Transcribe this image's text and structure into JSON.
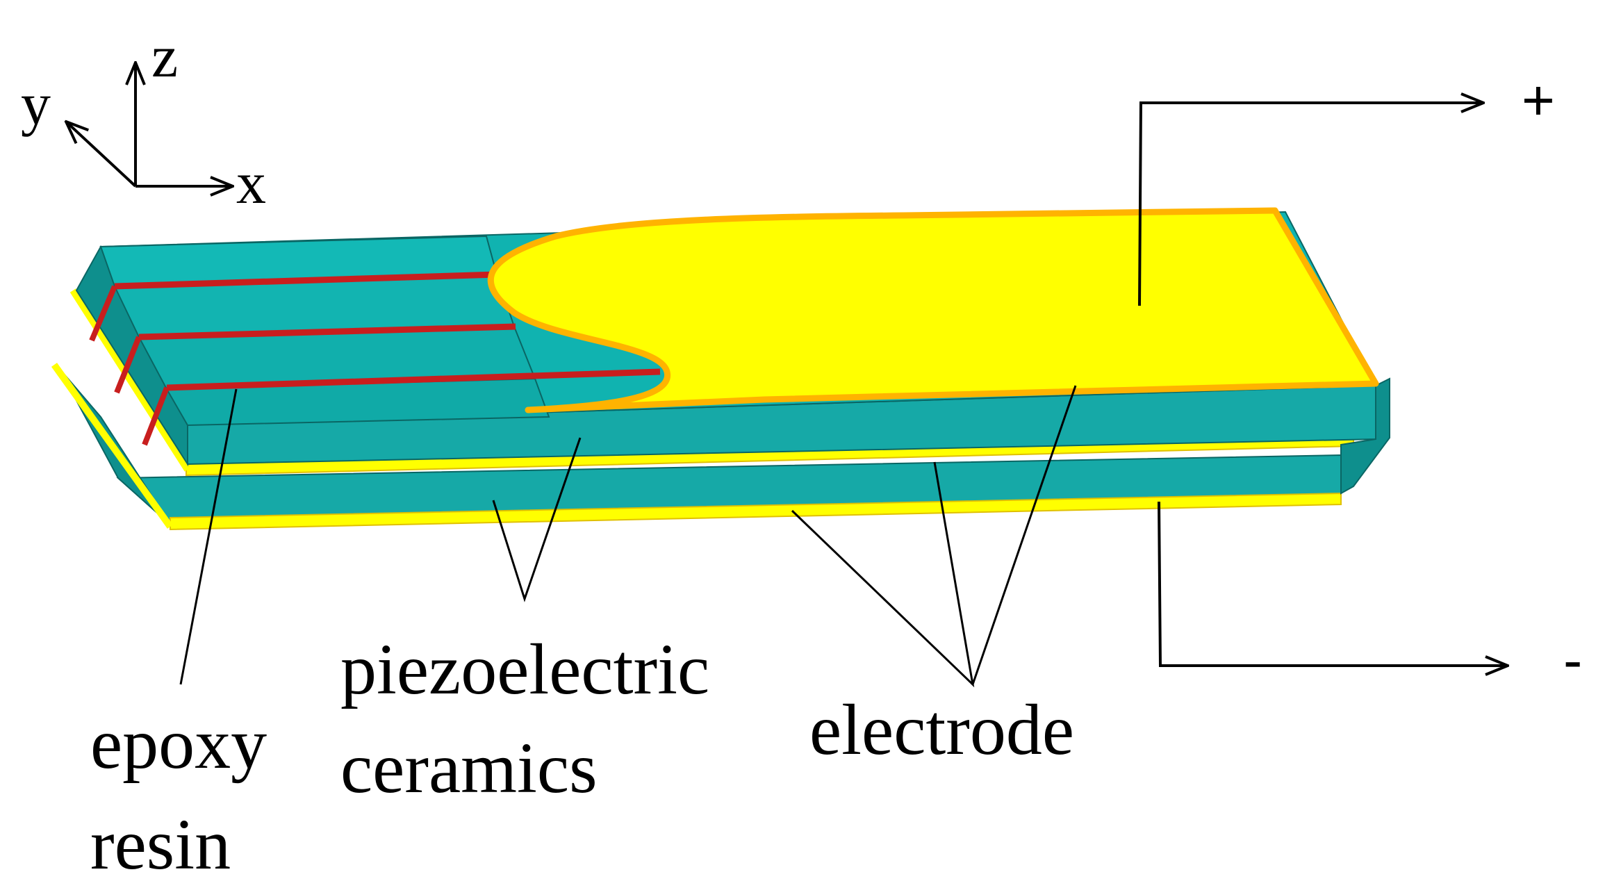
{
  "axes": {
    "x": "x",
    "y": "y",
    "z": "z"
  },
  "terminals": {
    "positive": "+",
    "negative": "-"
  },
  "labels": {
    "epoxy_line1": "epoxy",
    "epoxy_line2": "resin",
    "piezo_line1": "piezoelectric",
    "piezo_line2": "ceramics",
    "electrode": "electrode"
  },
  "colors": {
    "ceramic_top": "#10b3b0",
    "ceramic_front": "#16a9a7",
    "ceramic_side": "#0e8f8d",
    "epoxy": "#c81e1e",
    "electrode_fill": "#ffff00",
    "electrode_border": "#ffb300",
    "line": "#000000"
  }
}
